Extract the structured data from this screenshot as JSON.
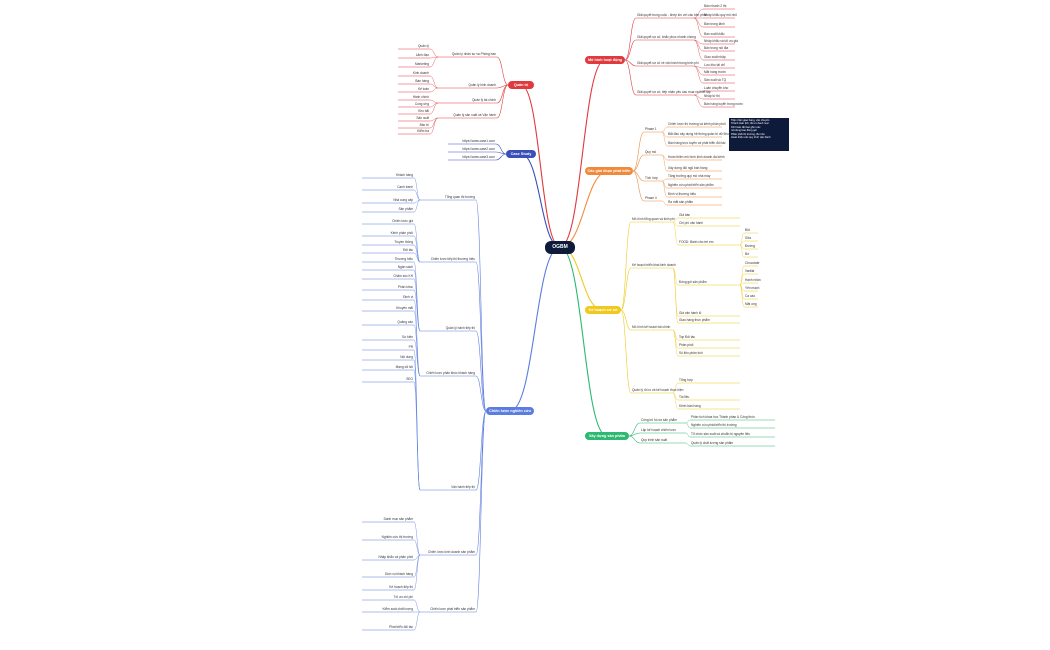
{
  "root": "OGBM",
  "branches": {
    "kinhdoanh": {
      "label": "Mô hình hoạt động",
      "color": "#e0393e"
    },
    "giaidoan": {
      "label": "Các giai đoạn phát triển",
      "color": "#f08a3a"
    },
    "coso": {
      "label": "Kế hoạch cơ sở",
      "color": "#f0c81e"
    },
    "xaydung": {
      "label": "Xây dựng sản phẩm",
      "color": "#2eb872"
    },
    "quantri": {
      "label": "Quản trị",
      "color": "#e0393e"
    },
    "casestudy": {
      "label": "Case Study",
      "color": "#3a4fb8"
    },
    "chienluoc": {
      "label": "Chiến lược nghiên cứu",
      "color": "#5b7de0"
    }
  },
  "note": "Tiếp nhận giao hàng, vận chuyển\nThanh toán lịch, tối ưu danh mục\nKhi hoàn tất bao gồm các\nnội dung bao đóng gói\nPhân phối thị trường, tồn kho\nHoàn thiện các quy trình vận hành",
  "labels": {
    "r1": [
      "Giải quyết trong cuộc - khép kín với các bên phân",
      "Giải quyết sự cố, khắc phục nhanh chóng",
      "Giải quyết sự cố về vận hành trong kinh phí",
      "Giải quyết sự cố, tiếp nhận yêu cầu mua và thiết lập"
    ],
    "r1s": [
      "Bán nhanh 2 thị",
      "Nhập khẩu quy mô nhỏ",
      "Bán trong lãnh",
      "Bán xuất khẩu",
      "Nhập khẩu và tối ưu giá",
      "Bán trong nội địa",
      "Giao xuất nhập",
      "Lưu kho tài chỉ",
      "Mặt hàng trước",
      "Sản xuất và TQ",
      "Luân chuyển kho",
      "Nhập từ thị",
      "Bán hàng tuyển trong nước"
    ],
    "g1": [
      "Phase 1",
      "Quy mô",
      "Tích hợp",
      "Phase 4"
    ],
    "g1s": [
      "Chiến lược thị trường và kênh phân phối",
      "Bắt đầu xây dựng hệ thống quản trị dữ liệu",
      "Bán hàng trực tuyến và phát triển đối tác",
      "Hoàn thiện mô hình kinh doanh đa kênh",
      "Xây dựng đội ngũ bán hàng",
      "Tăng trưởng quy mô nhà máy",
      "Nghiên cứu phát triển sản phẩm",
      "Định vị thương hiệu",
      "Ra mắt sản phẩm"
    ],
    "c1": [
      "Mô hình tổng quan và kinh phí",
      "Kế hoạch triển khai kinh doanh",
      "Mô hình kế hoạch tài chính",
      "Quản lý rủi ro và kế hoạch thực hiện"
    ],
    "c1s": [
      "Giá bán",
      "Chi phí vận hành",
      "FOOD: Bánh cho trẻ em",
      "Đóng gói sản phẩm",
      "Giá vận hành lô",
      "Giao hàng thực phẩm",
      "Top Đối tác",
      "Phân phối",
      "Số liệu phân tích",
      "Tổng hợp",
      "Tài liệu",
      "Kênh bán hàng"
    ],
    "c1x": [
      "Bột",
      "Sữa",
      "Đường",
      "Bơ",
      "Chocolate",
      "Vanilla",
      "Hạnh nhân",
      "Yến mạch",
      "Ca cao",
      "Mật ong"
    ],
    "x1": [
      "Công bố hồ sơ sản phẩm",
      "Lập kế hoạch chiến lược",
      "Quy trình sản xuất"
    ],
    "x1s": [
      "Phân tích khoa học Thành phần & Công thức",
      "Nghiên cứu phát triển thị trường",
      "Tổ chức sản xuất và chuẩn bị nguyên liệu",
      "Quản lý chất lượng sản phẩm"
    ],
    "q1": [
      "Quản lý nhân sự và Phòng ban",
      "Quản lý kinh doanh",
      "Quản lý tài chính",
      "Quản lý sản xuất và Vận hành"
    ],
    "q1s": [
      "Quản lý",
      "Lãnh đạo",
      "Marketing",
      "Kinh doanh",
      "Bán hàng",
      "Kế toán",
      "Hành chính",
      "Cung ứng",
      "Kho bãi",
      "Sản xuất",
      "Bảo trì",
      "Kiểm tra"
    ],
    "cs": [
      "https://www.case1.com",
      "https://www.case2.com",
      "https://www.case3.com"
    ],
    "cl1": [
      "Tổng quan thị trường",
      "Chiến lược tiếp thị thương hiệu",
      "Quản lý hành tiếp thị",
      "Chiến lược phân khúc khách hàng",
      "Vận hành tiếp thị"
    ],
    "cl1s": [
      "Khách hàng",
      "Cạnh tranh",
      "Nhà cung cấp",
      "Sản phẩm",
      "Chiến lược giá",
      "Kênh phân phối",
      "Truyền thông",
      "Đối tác",
      "Thương hiệu",
      "Ngân sách",
      "Chăm sóc KH",
      "Phân khúc",
      "Định vị",
      "Khuyến mãi",
      "Quảng cáo",
      "Sự kiện",
      "PR",
      "Nội dung",
      "Mạng xã hội",
      "SEO"
    ],
    "cl2": [
      "Chiến lược kinh doanh sản phẩm",
      "Chiến lược phát triển sản phẩm"
    ],
    "cl2s": [
      "Danh mục sản phẩm",
      "Nghiên cứu thị trường",
      "Nhập khẩu và phân phối",
      "Dịch vụ khách hàng",
      "Kế hoạch tiếp thị",
      "Tối ưu chi phí",
      "Kiểm soát chất lượng",
      "Phát triển đối tác"
    ]
  }
}
